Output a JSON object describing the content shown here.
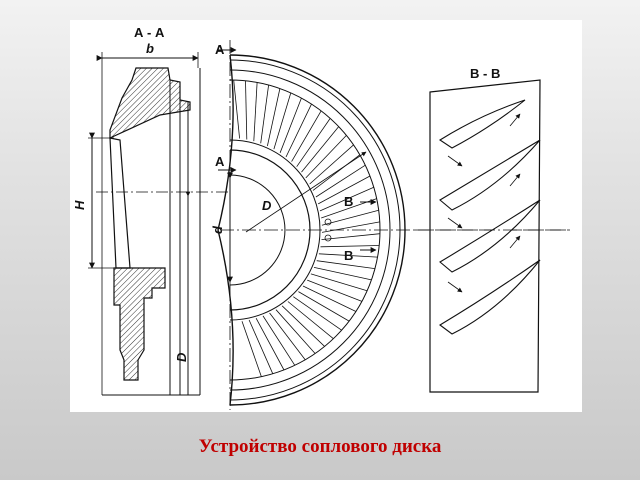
{
  "caption": "Устройство соплового диска",
  "labels": {
    "section_aa": "А - А",
    "section_bb": "В - В",
    "width_b": "b",
    "height_H": "H",
    "dia_D": "D",
    "dia_d": "d",
    "dia_D_small": "D",
    "arrow_a_top": "А",
    "arrow_a_mid": "А",
    "arrow_b_top": "В",
    "arrow_b_bottom": "В"
  },
  "colors": {
    "caption": "#c00000",
    "ink": "#111111"
  }
}
